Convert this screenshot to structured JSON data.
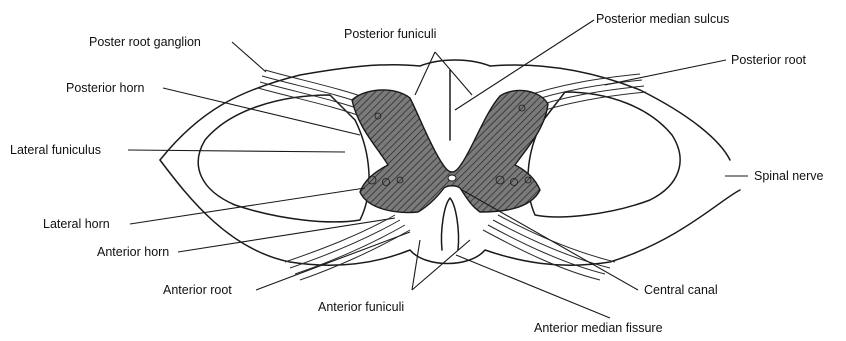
{
  "figure": {
    "colors": {
      "ink": "#1a1a1a",
      "gray_matter": "#6a6a6a",
      "background": "#ffffff"
    },
    "labels": {
      "poster_root_ganglion": "Poster root ganglion",
      "posterior_funiculi": "Posterior funiculi",
      "posterior_median_sulcus": "Posterior median sulcus",
      "posterior_root": "Posterior root",
      "posterior_horn": "Posterior horn",
      "lateral_funiculus": "Lateral funiculus",
      "spinal_nerve": "Spinal nerve",
      "lateral_horn": "Lateral horn",
      "anterior_horn": "Anterior horn",
      "anterior_root": "Anterior root",
      "central_canal": "Central canal",
      "anterior_funiculi": "Anterior funiculi",
      "anterior_median_fissure": "Anterior median fissure"
    }
  }
}
